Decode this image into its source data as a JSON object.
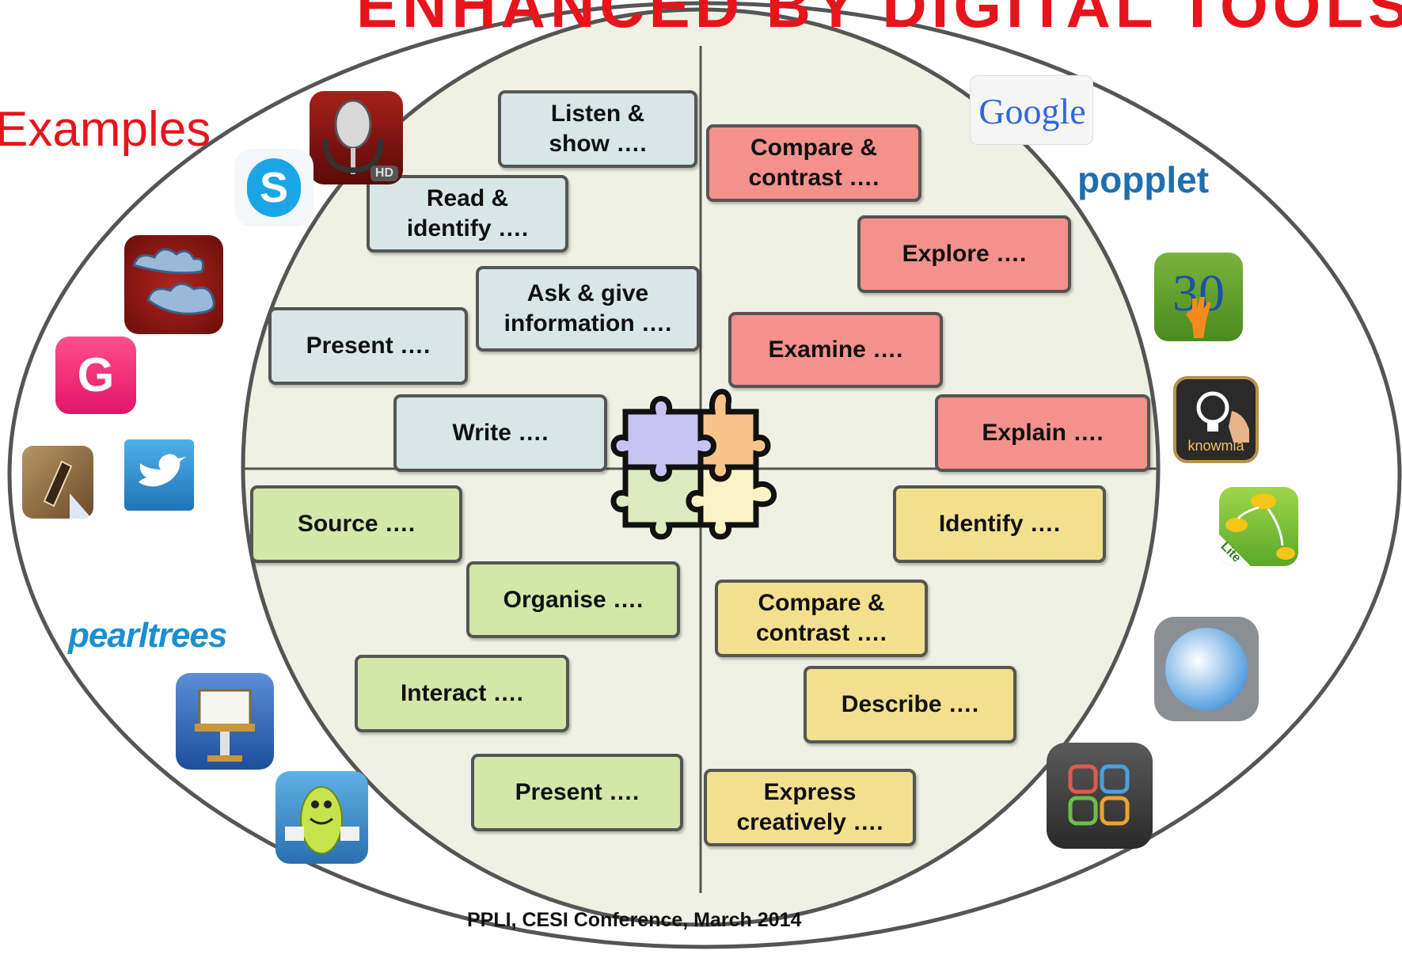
{
  "header": {
    "title": "ENHANCED BY DIGITAL TOOLS",
    "examples_label": "Examples"
  },
  "footer": {
    "text": "PPLI, CESI Conference, March 2014"
  },
  "colors": {
    "title": "#e8141b",
    "listen_boxes": "#d9e6e8",
    "think_boxes": "#f4918b",
    "source_boxes": "#d3e7a9",
    "create_boxes": "#f2e08e",
    "inner_circle": "#eff1e4",
    "outline": "#555555"
  },
  "quadrants": {
    "top_left": [
      "Listen &\nshow ….",
      "Read &\nidentify ….",
      "Ask & give\ninformation ….",
      "Present ….",
      "Write …."
    ],
    "top_right": [
      "Compare &\ncontrast ….",
      "Explore  ….",
      "Examine ….",
      "Explain …."
    ],
    "bottom_left": [
      "Source ….",
      "Organise ….",
      "Interact ….",
      "Present …."
    ],
    "bottom_right": [
      "Identify ….",
      "Compare &\ncontrast ….",
      "Describe ….",
      "Express\ncreatively  …."
    ]
  },
  "apps": {
    "google": "Google",
    "popplet": "popplet",
    "pearltrees": "pearltrees",
    "knowmia": "knowmia",
    "lite_badge": "Lite",
    "hd_badge": "HD",
    "thirty_hands": "30",
    "gizmo": "G",
    "skype": "S",
    "left_icons": [
      "microphone-hd-icon",
      "skype-icon",
      "sock-puppets-icon",
      "gizmo-icon",
      "notes-pen-icon",
      "twitter-icon",
      "keynote-icon",
      "monster-icon"
    ],
    "right_icons": [
      "google-logo",
      "popplet-logo",
      "thirty-hands-icon",
      "knowmia-icon",
      "mindmap-lite-icon",
      "cloud-app-icon",
      "puzzle-app-icon"
    ]
  }
}
